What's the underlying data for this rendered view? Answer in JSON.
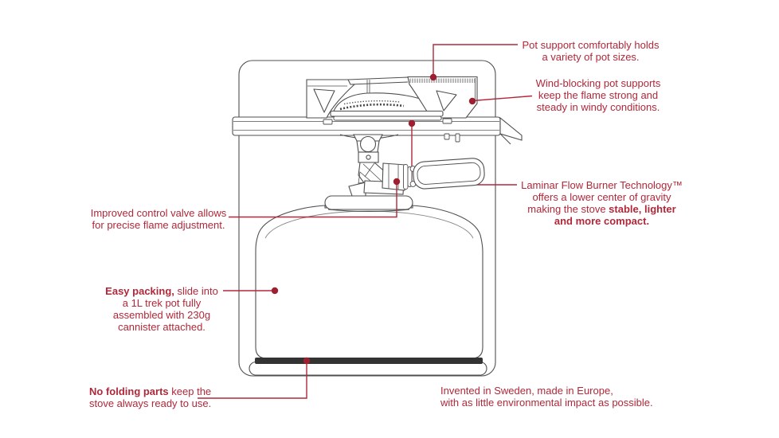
{
  "colors": {
    "annotation_red": "#b0283a",
    "dot_red": "#9e2030",
    "line_art": "#4f4f4f",
    "line_art_light": "#858585",
    "background": "#ffffff"
  },
  "diagram": {
    "subject": "camping stove with gas canister line drawing",
    "parts": {
      "pot": "1L trek pot outline",
      "plate": "windscreen plate",
      "supports": "pot supports",
      "burner": "laminar flow burner",
      "valve": "control valve with wire handle",
      "canister": "230g gas cannister"
    }
  },
  "callouts": {
    "pot_support": {
      "line1": "Pot support comfortably holds",
      "line2": "a variety of pot sizes."
    },
    "wind_blocking": {
      "line1": "Wind-blocking pot supports",
      "line2": "keep the flame strong and",
      "line3": "steady in windy conditions."
    },
    "laminar": {
      "line1": "Laminar Flow Burner Technology™",
      "line2": "offers a lower center of gravity",
      "line3_normal": "making the stove ",
      "line3_bold": "stable, lighter",
      "line4_bold": "and more compact."
    },
    "control_valve": {
      "line1": "Improved control valve allows",
      "line2": "for precise flame adjustment."
    },
    "easy_packing": {
      "line1_bold": "Easy packing,",
      "line1_rest": " slide into",
      "line2": "a 1L trek pot fully",
      "line3": "assembled with 230g",
      "line4": "cannister attached."
    },
    "no_folding": {
      "line1_bold": "No folding parts",
      "line1_rest": " keep the",
      "line2": "stove always ready to use."
    },
    "origin": {
      "line1": "Invented in Sweden, made in Europe,",
      "line2": "with as little environmental impact as possible."
    }
  }
}
